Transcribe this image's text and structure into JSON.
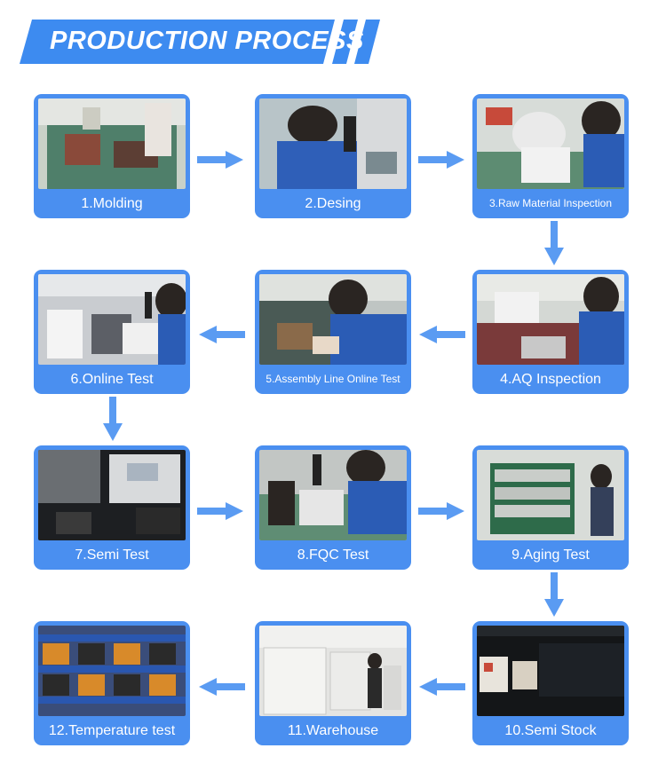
{
  "header": {
    "title": "PRODUCTION PROCESS"
  },
  "colors": {
    "accent": "#4a8ff0",
    "banner": "#3d8bf0",
    "arrow": "#5a9bf2"
  },
  "steps": [
    {
      "label": "1.Molding"
    },
    {
      "label": "2.Desing"
    },
    {
      "label": "3.Raw Material Inspection"
    },
    {
      "label": "4.AQ Inspection"
    },
    {
      "label": "5.Assembly Line Online Test"
    },
    {
      "label": "6.Online Test"
    },
    {
      "label": "7.Semi Test"
    },
    {
      "label": "8.FQC Test"
    },
    {
      "label": "9.Aging Test"
    },
    {
      "label": "10.Semi Stock"
    },
    {
      "label": "11.Warehouse"
    },
    {
      "label": "12.Temperature test"
    }
  ]
}
